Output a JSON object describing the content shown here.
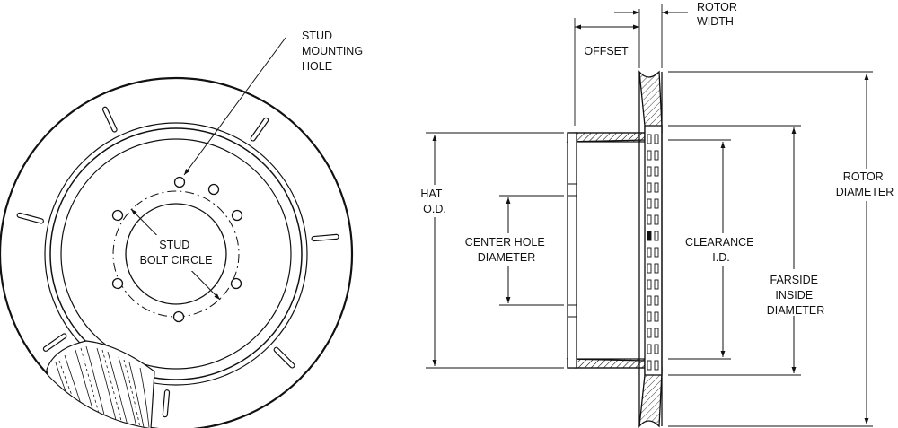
{
  "front_view": {
    "stud_mounting_hole": [
      "STUD",
      "MOUNTING",
      "HOLE"
    ],
    "stud_bolt_circle": [
      "STUD",
      "BOLT CIRCLE"
    ]
  },
  "side_view": {
    "offset": "OFFSET",
    "rotor_width": [
      "ROTOR",
      "WIDTH"
    ],
    "rotor_diameter": [
      "ROTOR",
      "DIAMETER"
    ],
    "hat_od": [
      "HAT",
      "O.D."
    ],
    "center_hole_diameter": [
      "CENTER HOLE",
      "DIAMETER"
    ],
    "clearance_id": [
      "CLEARANCE",
      "I.D."
    ],
    "farside_inside_diameter": [
      "FARSIDE",
      "INSIDE",
      "DIAMETER"
    ]
  }
}
